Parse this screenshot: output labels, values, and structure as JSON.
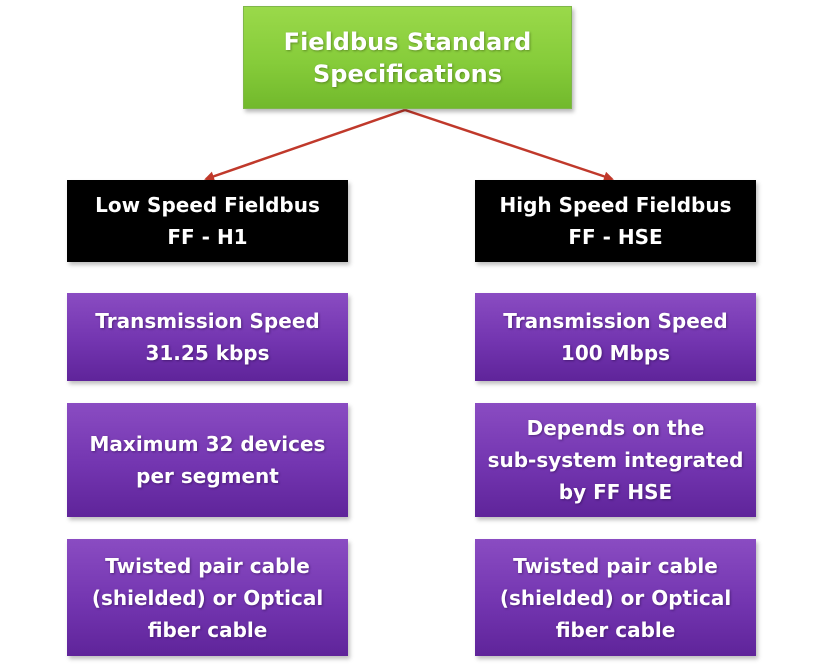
{
  "root": {
    "line1": "Fieldbus Standard",
    "line2": "Specifications"
  },
  "left": {
    "header": {
      "line1": "Low Speed Fieldbus",
      "line2": "FF - H1"
    },
    "speed": {
      "line1": "Transmission Speed",
      "line2": "31.25 kbps"
    },
    "devices": {
      "line1": "Maximum 32 devices",
      "line2": "per segment"
    },
    "cable": {
      "line1": "Twisted pair cable",
      "line2": "(shielded) or Optical",
      "line3": "fiber cable"
    }
  },
  "right": {
    "header": {
      "line1": "High Speed Fieldbus",
      "line2": "FF - HSE"
    },
    "speed": {
      "line1": "Transmission Speed",
      "line2": "100 Mbps"
    },
    "devices": {
      "line1": "Depends on the",
      "line2": "sub-system integrated",
      "line3": "by FF HSE"
    },
    "cable": {
      "line1": "Twisted pair cable",
      "line2": "(shielded) or Optical",
      "line3": "fiber cable"
    }
  },
  "colors": {
    "root_green": "#86cc3a",
    "header_black": "#000000",
    "box_purple": "#7335b0",
    "arrow_red": "#c0392b"
  }
}
